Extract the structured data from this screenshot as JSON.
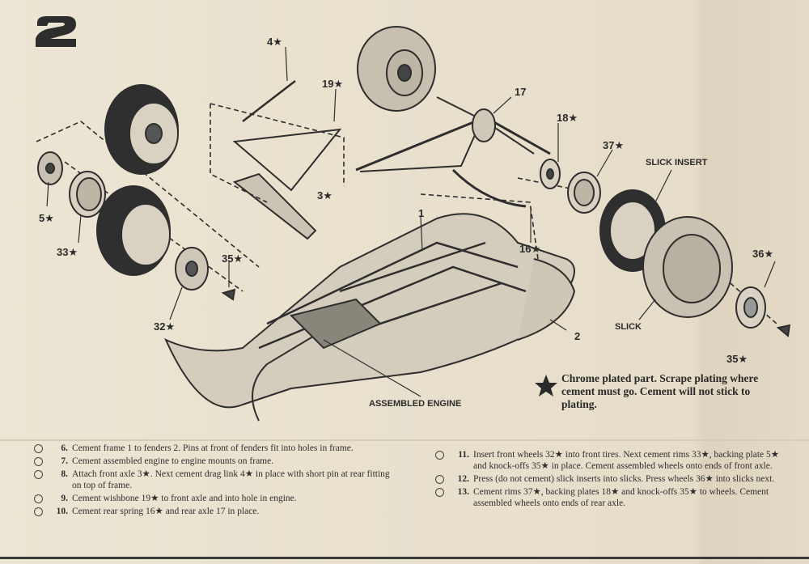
{
  "step": "2",
  "labels": {
    "p4": "4★",
    "p19": "19★",
    "p17": "17",
    "p18": "18★",
    "p37": "37★",
    "slick_insert": "SLICK INSERT",
    "p3": "3★",
    "p5": "5★",
    "p33": "33★",
    "p1": "1",
    "p35a": "35★",
    "p32": "32★",
    "p16": "16★",
    "p36": "36★",
    "slick": "SLICK",
    "p2": "2",
    "p35b": "35★",
    "assembled_engine": "ASSEMBLED ENGINE"
  },
  "note": {
    "icon": "star-icon",
    "text": "Chrome plated part. Scrape plating where cement must go. Cement will not stick to plating."
  },
  "instructions_left": [
    {
      "num": "6.",
      "text": "Cement frame 1 to fenders 2. Pins at front of fenders fit into holes in frame."
    },
    {
      "num": "7.",
      "text": "Cement assembled engine to engine mounts on frame."
    },
    {
      "num": "8.",
      "text": "Attach front axle 3★. Next cement drag link 4★ in place with short pin at rear fitting on top of frame."
    },
    {
      "num": "9.",
      "text": "Cement wishbone 19★ to front axle and into hole in engine."
    },
    {
      "num": "10.",
      "text": "Cement rear spring 16★ and rear axle 17 in place."
    }
  ],
  "instructions_right": [
    {
      "num": "11.",
      "text": "Insert front wheels 32★ into front tires. Next cement rims 33★, backing plate 5★ and knock-offs 35★ in place. Cement assembled wheels onto ends of front axle."
    },
    {
      "num": "12.",
      "text": "Press (do not cement) slick inserts into slicks. Press wheels 36★ into slicks next."
    },
    {
      "num": "13.",
      "text": "Cement rims 37★, backing plates 18★ and knock-offs 35★ to wheels. Cement assembled wheels onto ends of rear axle."
    }
  ]
}
